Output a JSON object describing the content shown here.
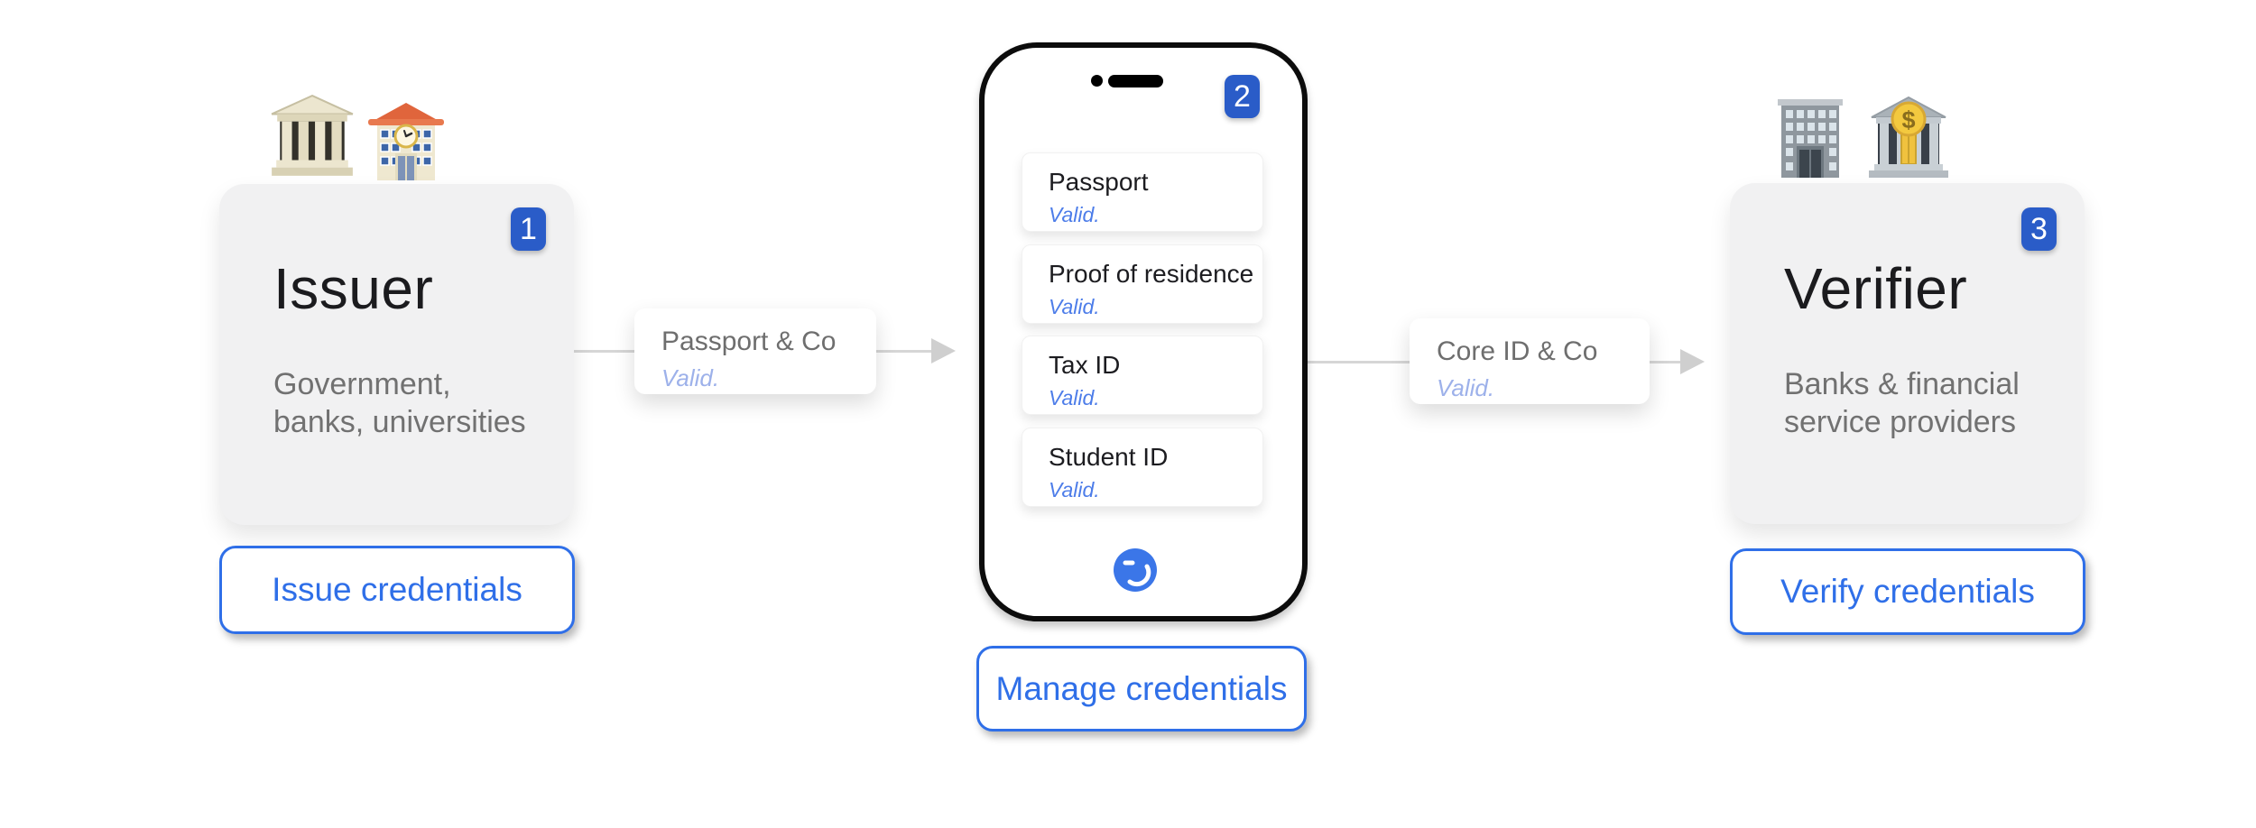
{
  "palette": {
    "accent-blue": "#2f6fe8",
    "badge-blue": "#2a5cc8",
    "valid-blue": "#4d7de9",
    "valid-blue-soft": "#9db1ea",
    "card-bg": "#f1f1f2",
    "arrow-gray": "#d6d6d6"
  },
  "issuer": {
    "badge": "1",
    "title": "Issuer",
    "subtitle_line1": "Government,",
    "subtitle_line2": "banks, universities",
    "button_label": "Issue credentials",
    "icons": [
      "classical-building-icon",
      "school-icon"
    ]
  },
  "wallet": {
    "badge": "2",
    "credentials": [
      {
        "title": "Passport",
        "status": "Valid."
      },
      {
        "title": "Proof of residence",
        "status": "Valid."
      },
      {
        "title": "Tax ID",
        "status": "Valid."
      },
      {
        "title": "Student ID",
        "status": "Valid."
      }
    ],
    "button_label": "Manage credentials",
    "logo_icon": "smiley-logo-icon"
  },
  "verifier": {
    "badge": "3",
    "title": "Verifier",
    "subtitle_line1": "Banks & financial",
    "subtitle_line2": "service providers",
    "button_label": "Verify credentials",
    "icons": [
      "office-building-icon",
      "bank-icon"
    ]
  },
  "flows": [
    {
      "title": "Passport & Co",
      "status": "Valid."
    },
    {
      "title": "Core ID & Co",
      "status": "Valid."
    }
  ]
}
